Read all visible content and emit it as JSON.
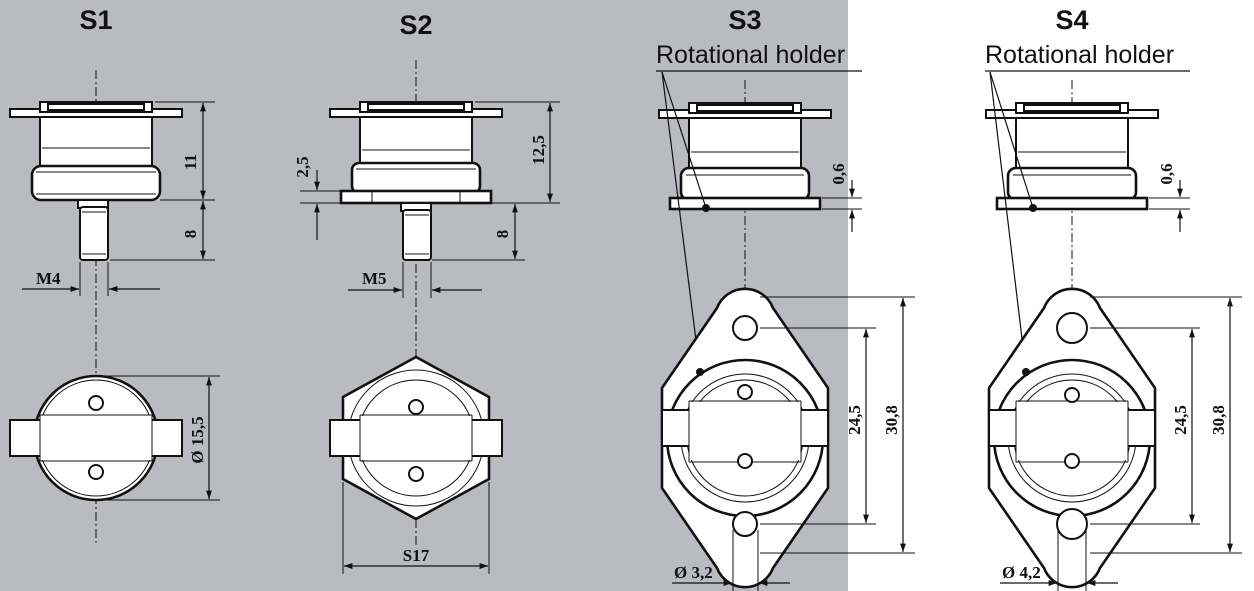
{
  "background": {
    "gray": "#b9bbc0",
    "white": "#ffffff",
    "ink": "#111111"
  },
  "variants": [
    {
      "title": "S1",
      "dims": {
        "height_top": "11",
        "height_stud": "8",
        "thread": "M4",
        "diameter": "Ø 15,5"
      }
    },
    {
      "title": "S2",
      "dims": {
        "flange": "2,5",
        "height_top": "12,5",
        "height_stud": "8",
        "thread": "M5",
        "hex": "S17"
      }
    },
    {
      "title": "S3",
      "holder_label": "Rotational holder",
      "dims": {
        "thickness": "0,6",
        "hole_spacing": "24,5",
        "length": "30,8",
        "hole_dia": "Ø 3,2"
      }
    },
    {
      "title": "S4",
      "holder_label": "Rotational holder",
      "dims": {
        "thickness": "0,6",
        "hole_spacing": "24,5",
        "length": "30,8",
        "hole_dia": "Ø 4,2"
      }
    }
  ]
}
